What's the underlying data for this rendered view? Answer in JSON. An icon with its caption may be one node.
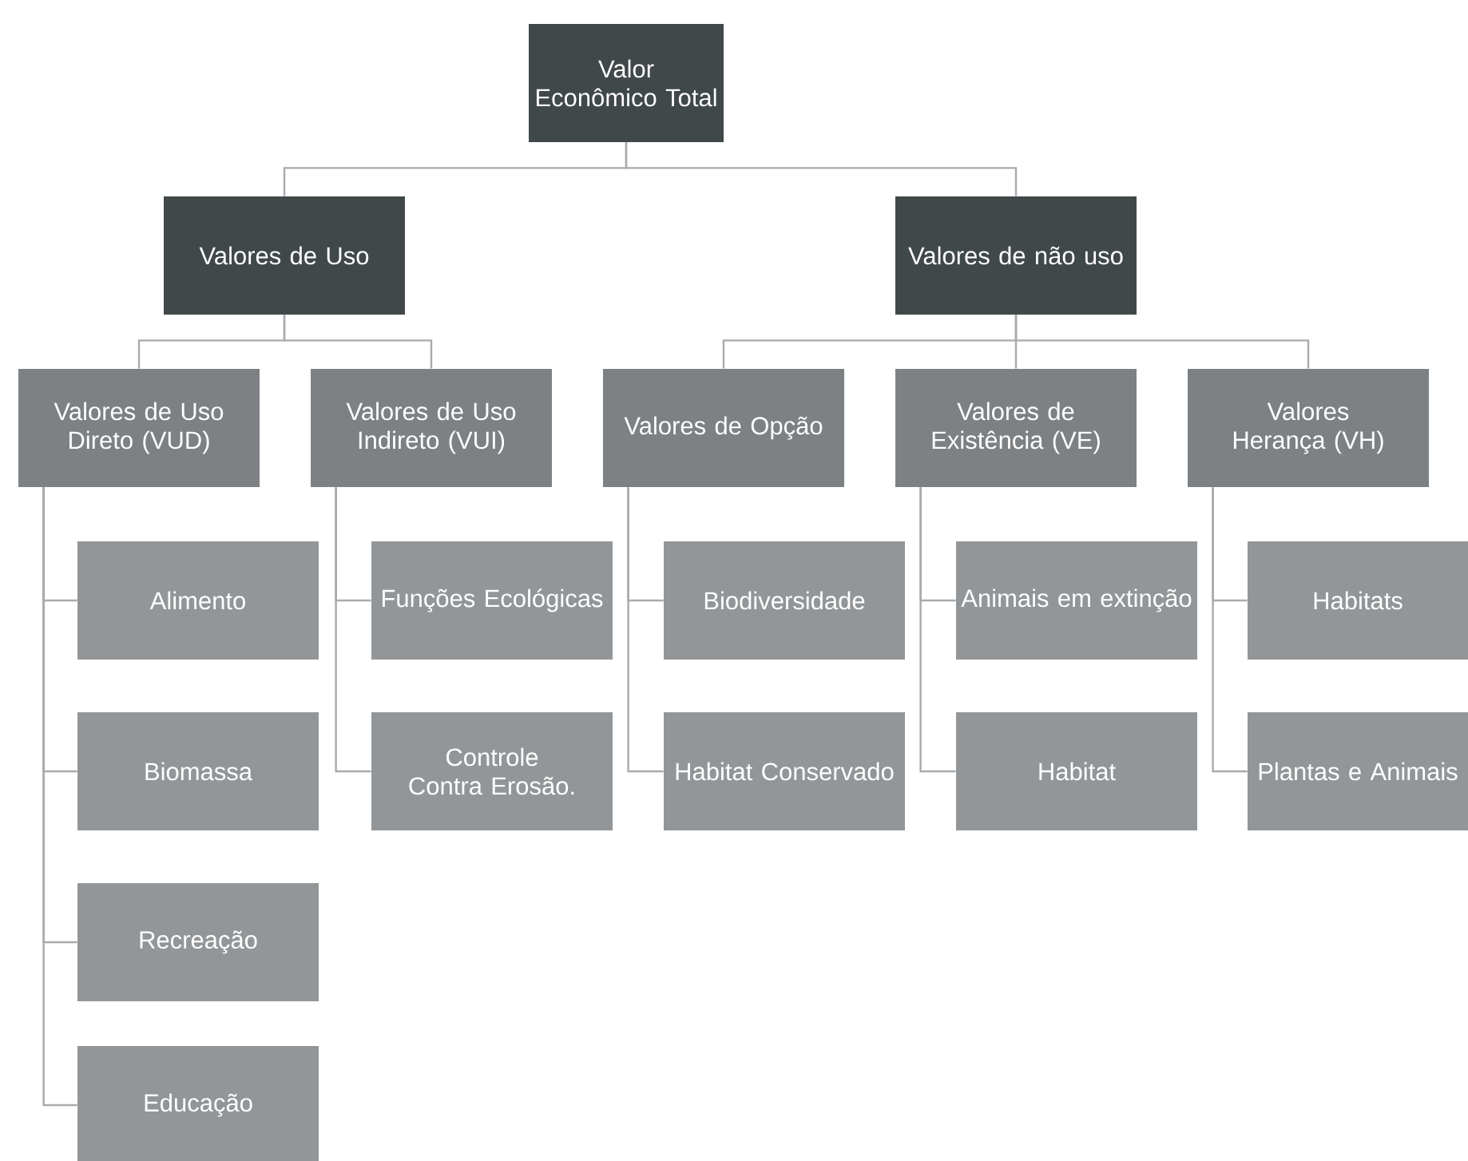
{
  "diagram": {
    "nodes": [
      {
        "text": [
          "Valor Econômico Total"
        ]
      },
      {
        "text": [
          "Valores de Uso"
        ]
      },
      {
        "text": [
          "Valores de não uso"
        ]
      },
      {
        "text": [
          "Valores de Uso Direto (VUD)"
        ]
      },
      {
        "text": [
          "Valores de Uso Indireto (VUI)"
        ]
      },
      {
        "text": [
          "Valores de Opção"
        ]
      },
      {
        "text": [
          "Valores de Existência (VE)"
        ]
      },
      {
        "text": [
          "Valores Herança (VH)"
        ]
      },
      {
        "text": [
          "Alimento"
        ]
      },
      {
        "text": [
          "Biomassa"
        ]
      },
      {
        "text": [
          "Recreação"
        ]
      },
      {
        "text": [
          "Educação"
        ]
      },
      {
        "text": [
          "Funções Ecológicas"
        ]
      },
      {
        "text": [
          "Controle Contra Erosão."
        ]
      },
      {
        "text": [
          "Biodiversidade"
        ]
      },
      {
        "text": [
          "Habitat Conservado"
        ]
      },
      {
        "text": [
          "Animais em extinção"
        ]
      },
      {
        "text": [
          "Habitat"
        ]
      },
      {
        "text": [
          "Habitats"
        ]
      },
      {
        "text": [
          "Plantas e Animais"
        ]
      }
    ],
    "edges": [
      {
        "from": 0,
        "to": 1,
        "arrow": "none"
      },
      {
        "from": 0,
        "to": 2,
        "arrow": "none"
      },
      {
        "from": 1,
        "to": 3,
        "arrow": "none"
      },
      {
        "from": 1,
        "to": 4,
        "arrow": "none"
      },
      {
        "from": 2,
        "to": 5,
        "arrow": "none"
      },
      {
        "from": 2,
        "to": 6,
        "arrow": "none"
      },
      {
        "from": 2,
        "to": 7,
        "arrow": "none"
      },
      {
        "from": 3,
        "to": 8,
        "arrow": "none"
      },
      {
        "from": 3,
        "to": 9,
        "arrow": "none"
      },
      {
        "from": 3,
        "to": 10,
        "arrow": "none"
      },
      {
        "from": 3,
        "to": 11,
        "arrow": "none"
      },
      {
        "from": 4,
        "to": 12,
        "arrow": "none"
      },
      {
        "from": 4,
        "to": 13,
        "arrow": "none"
      },
      {
        "from": 5,
        "to": 14,
        "arrow": "none"
      },
      {
        "from": 5,
        "to": 15,
        "arrow": "none"
      },
      {
        "from": 6,
        "to": 16,
        "arrow": "none"
      },
      {
        "from": 6,
        "to": 17,
        "arrow": "none"
      },
      {
        "from": 7,
        "to": 18,
        "arrow": "none"
      },
      {
        "from": 7,
        "to": 19,
        "arrow": "none"
      }
    ]
  }
}
